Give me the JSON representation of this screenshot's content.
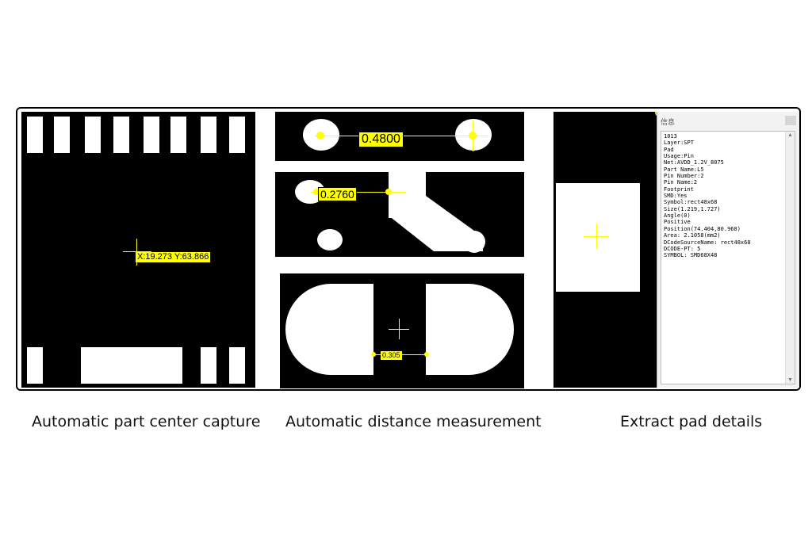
{
  "panel1": {
    "coord_label": "X:19.273  Y:63.866"
  },
  "panel2": {
    "measure_top": "0.4800",
    "measure_middle": "0.2760"
  },
  "panel3": {
    "measure_gap": "0.305"
  },
  "info_window": {
    "title": "信息",
    "lines": [
      "1013",
      "Layer:SPT",
      "Pad",
      "Usage:Pin",
      "Net:AVDD_1.2V_8075",
      "Part Name:L5",
      "Pin Number:2",
      "Pin Name:2",
      "Footprint",
      "SMD:Yes",
      "Symbol:rect48x68",
      "Size(1.219,1.727)",
      "Angle(0)",
      "Positive",
      "Position(74.404,80.968)",
      "Area: 2.1058(mm2)",
      "DCodeSourceName: rect48x68",
      "DCODE-PT: 5",
      "SYMBOL: SMD68X48"
    ]
  },
  "captions": {
    "left": "Automatic part center capture",
    "middle": "Automatic distance measurement",
    "right": "Extract pad details"
  },
  "colors": {
    "highlight": "#ffff00",
    "board": "#000000",
    "pad": "#ffffff"
  }
}
